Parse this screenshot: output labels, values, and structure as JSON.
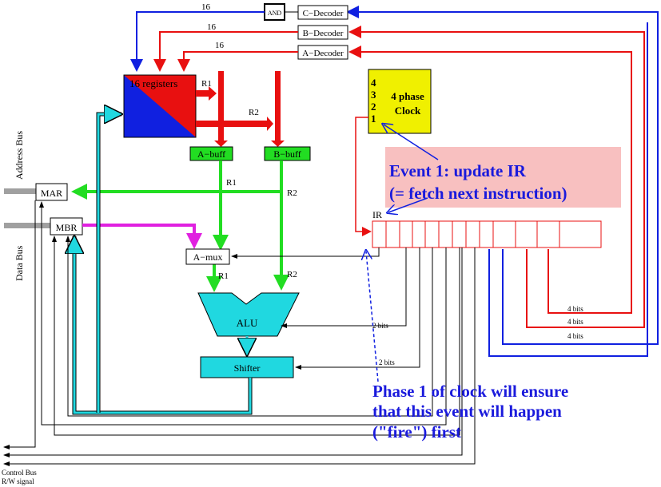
{
  "labels": {
    "and_gate": "AND",
    "c_decoder": "C−Decoder",
    "b_decoder": "B−Decoder",
    "a_decoder": "A−Decoder",
    "registers": "16 registers",
    "r1_top": "R1",
    "r2_top": "R2",
    "a_buff": "A−buff",
    "b_buff": "B−buff",
    "r1_mid": "R1",
    "r2_mid": "R2",
    "mar": "MAR",
    "mbr": "MBR",
    "a_mux": "A−mux",
    "r1_low": "R1",
    "r2_low": "R2",
    "alu": "ALU",
    "shifter": "Shifter",
    "ir": "IR",
    "address_bus": "Address Bus",
    "data_bus": "Data Bus",
    "control_bus": "Control Bus",
    "rw_signal": "R/W signal",
    "width_c": "16",
    "width_b": "16",
    "width_a": "16",
    "bits_alu": "2 bits",
    "bits_shift": "2 bits",
    "bits_1": "4 bits",
    "bits_2": "4 bits",
    "bits_3": "4 bits"
  },
  "clock": {
    "phases": [
      "4",
      "3",
      "2",
      "1"
    ],
    "title_line1": "4 phase",
    "title_line2": "Clock"
  },
  "annotations": {
    "event_line1": "Event 1: update IR",
    "event_line2": "(= fetch next instruction)",
    "phase_line1": "Phase 1 of clock will ensure",
    "phase_line2": "that this event will happen",
    "phase_line3": "(\"fire\") first"
  },
  "colors": {
    "red": "#e81010",
    "blue": "#1020e0",
    "green": "#22dd22",
    "cyan": "#20d8e0",
    "magenta": "#e020e0",
    "yellow": "#f0f000",
    "pink": "#f8c0c0",
    "gray": "#a0a0a0"
  }
}
